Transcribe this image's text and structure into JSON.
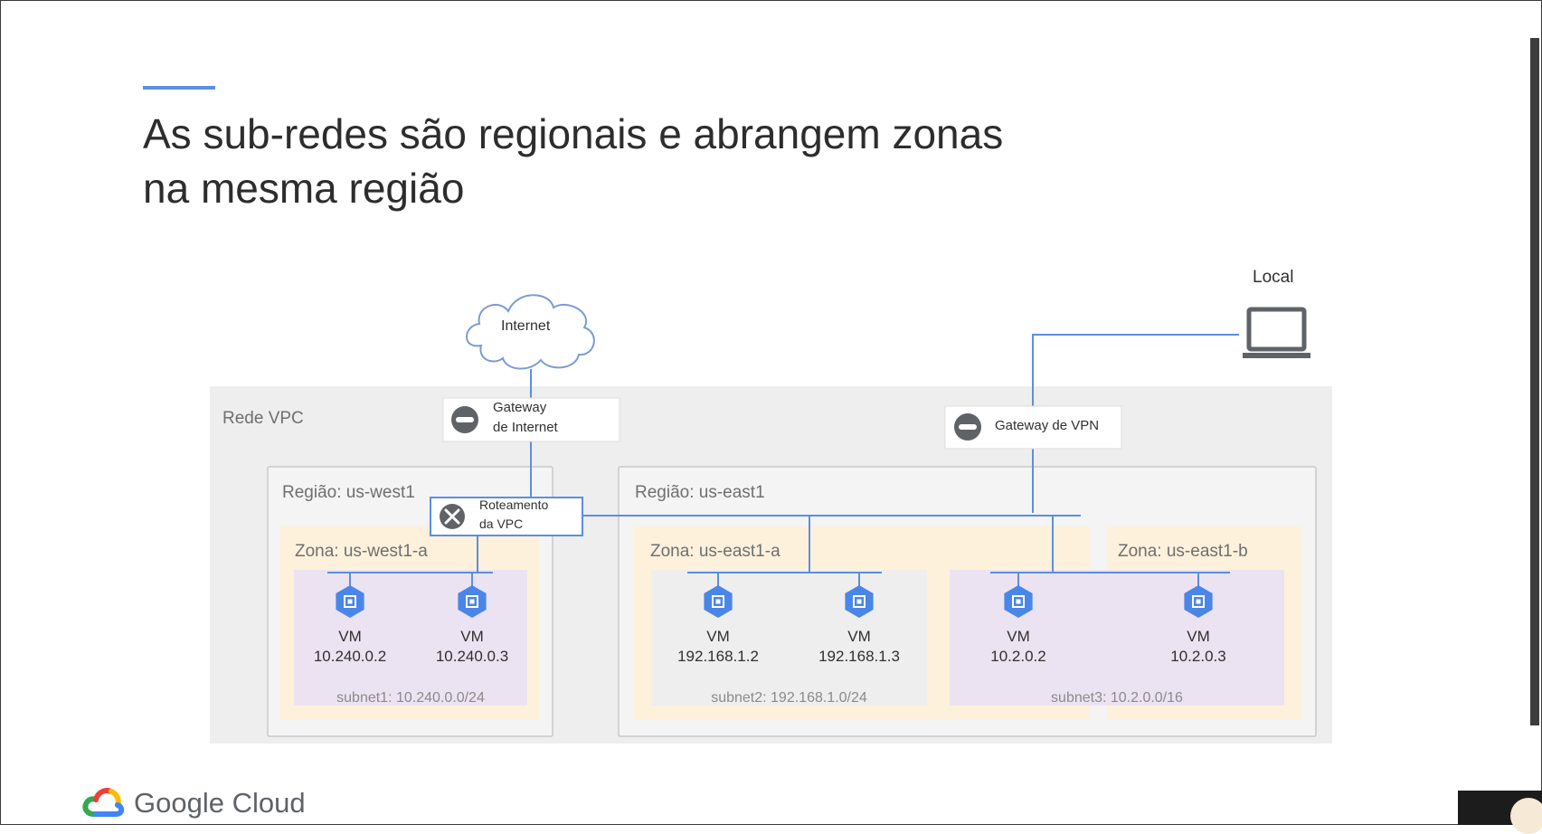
{
  "slide": {
    "title": "As sub-redes são regionais e abrangem zonas\nna mesma região"
  },
  "diagram": {
    "internet_label": "Internet",
    "local_label": "Local",
    "vpc_label": "Rede VPC",
    "internet_gateway": {
      "line1": "Gateway",
      "line2": "de Internet"
    },
    "vpn_gateway_label": "Gateway de VPN",
    "vpc_routing": {
      "line1": "Roteamento",
      "line2": "da VPC"
    },
    "regions": [
      {
        "label": "Região: us-west1"
      },
      {
        "label": "Região: us-east1"
      }
    ],
    "zones": [
      {
        "label": "Zona: us-west1-a"
      },
      {
        "label": "Zona: us-east1-a"
      },
      {
        "label": "Zona: us-east1-b"
      }
    ],
    "subnets": [
      {
        "label": "subnet1: 10.240.0.0/24"
      },
      {
        "label": "subnet2: 192.168.1.0/24"
      },
      {
        "label": "subnet3: 10.2.0.0/16"
      }
    ],
    "vms": [
      {
        "name": "VM",
        "ip": "10.240.0.2"
      },
      {
        "name": "VM",
        "ip": "10.240.0.3"
      },
      {
        "name": "VM",
        "ip": "192.168.1.2"
      },
      {
        "name": "VM",
        "ip": "192.168.1.3"
      },
      {
        "name": "VM",
        "ip": "10.2.0.2"
      },
      {
        "name": "VM",
        "ip": "10.2.0.3"
      }
    ]
  },
  "footer": {
    "brand": "Google Cloud"
  },
  "colors": {
    "vpc_bg": "#eeeeee",
    "region_bg": "#f3f3f3",
    "zone_bg": "#fdf1dc",
    "subnet_bg": "#ece3f2",
    "line": "#5b8fe0",
    "vm_icon": "#4a86e8",
    "gateway_icon": "#5f6368"
  }
}
